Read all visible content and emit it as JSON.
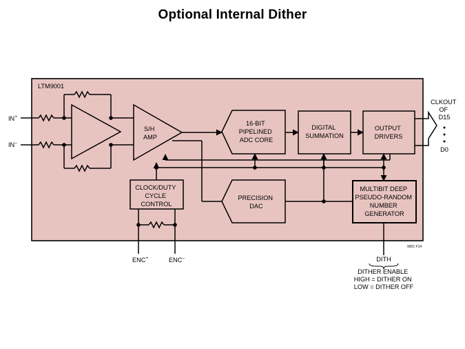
{
  "title": "Optional Internal Dither",
  "chip": {
    "name": "LTM9001",
    "fig_id": "9001 F14",
    "fill": "#e8c4c0"
  },
  "blocks": {
    "sh_amp": [
      "S/H",
      "AMP"
    ],
    "adc_core": [
      "16-BIT",
      "PIPELINED",
      "ADC CORE"
    ],
    "digital_summation": [
      "DIGITAL",
      "SUMMATION"
    ],
    "output_drivers": [
      "OUTPUT",
      "DRIVERS"
    ],
    "clock_duty": [
      "CLOCK/DUTY",
      "CYCLE",
      "CONTROL"
    ],
    "precision_dac": [
      "PRECISION",
      "DAC"
    ],
    "prng": [
      "MULTIBIT DEEP",
      "PSEUDO-RANDOM",
      "NUMBER",
      "GENERATOR"
    ]
  },
  "pins": {
    "in_plus": "IN",
    "in_minus": "IN",
    "enc_plus": "ENC",
    "enc_minus": "ENC",
    "plus_sup": "+",
    "minus_sup": "–",
    "dith": "DITH",
    "clkout": [
      "CLKOUT",
      "OF",
      "D15"
    ],
    "d0": "D0"
  },
  "dither_note": [
    "DITHER ENABLE",
    "HIGH = DITHER ON",
    "LOW = DITHER OFF"
  ]
}
